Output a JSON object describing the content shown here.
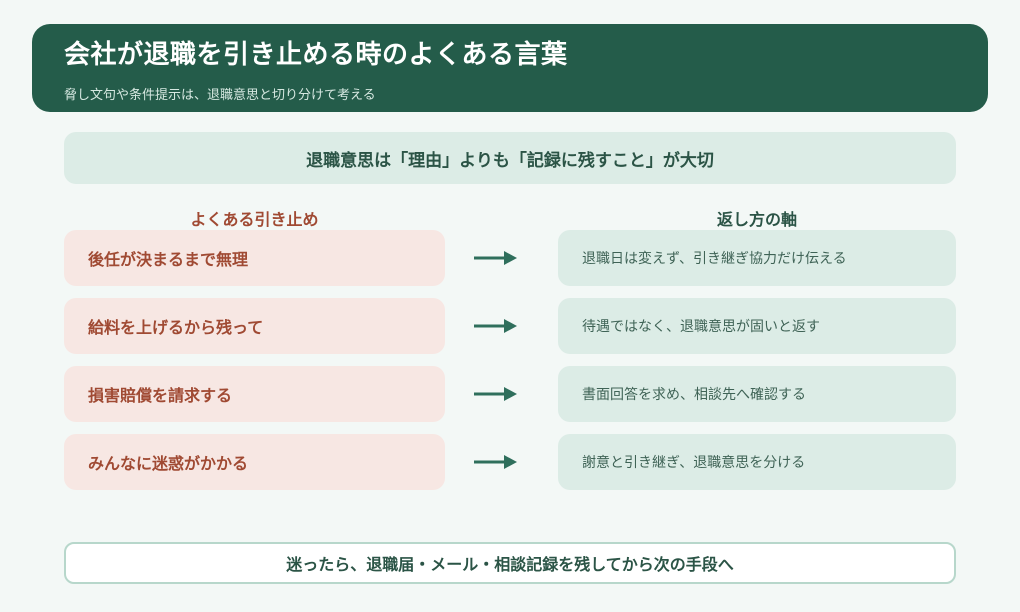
{
  "header": {
    "title": "会社が退職を引き止める時のよくある言葉",
    "subtitle": "脅し文句や条件提示は、退職意思と切り分けて考える"
  },
  "key_message": "退職意思は「理由」よりも「記録に残すこと」が大切",
  "columns": {
    "left": "よくある引き止め",
    "right": "返し方の軸"
  },
  "rows": [
    {
      "phrase": "後任が決まるまで無理",
      "response": "退職日は変えず、引き継ぎ協力だけ伝える"
    },
    {
      "phrase": "給料を上げるから残って",
      "response": "待遇ではなく、退職意思が固いと返す"
    },
    {
      "phrase": "損害賠償を請求する",
      "response": "書面回答を求め、相談先へ確認する"
    },
    {
      "phrase": "みんなに迷惑がかかる",
      "response": "謝意と引き継ぎ、退職意思を分ける"
    }
  ],
  "footer": "迷ったら、退職届・メール・相談記録を残してから次の手段へ",
  "colors": {
    "header_bg": "#245c4a",
    "accent_red": "#a04a33",
    "accent_green": "#2b5446",
    "left_box": "#f7e7e3",
    "right_box": "#dcece6",
    "arrow": "#2f6f5c"
  }
}
